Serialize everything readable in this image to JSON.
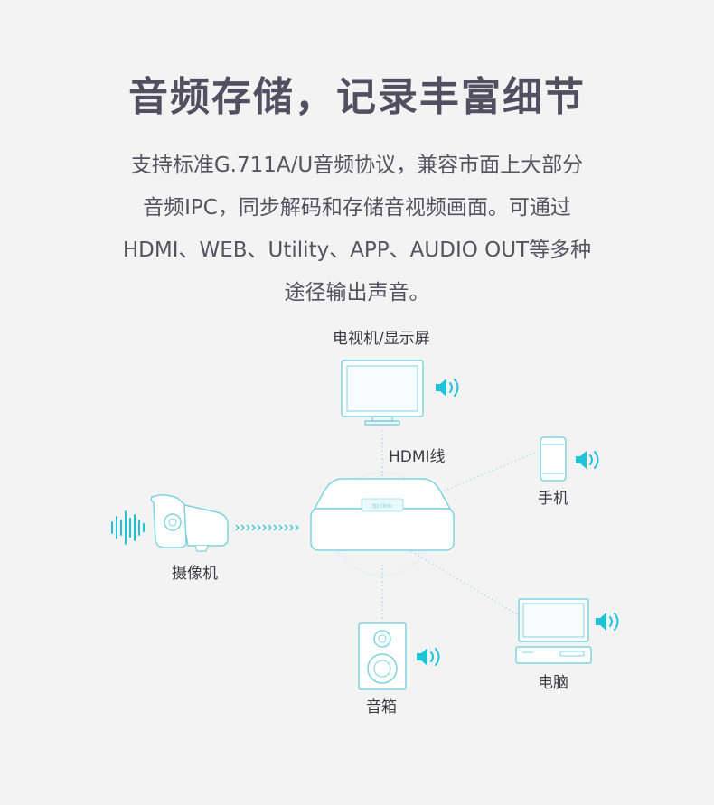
{
  "heading": "音频存储，记录丰富细节",
  "description": [
    "支持标准G.711A/U音频协议，兼容市面上大部分",
    "音频IPC，同步解码和存储音视频画面。可通过",
    "HDMI、WEB、Utility、APP、AUDIO OUT等多种",
    "途径输出声音。"
  ],
  "diagram": {
    "tv_label": "电视机/显示屏",
    "hdmi_label": "HDMI线",
    "phone_label": "手机",
    "camera_label": "摄像机",
    "speaker_label": "音箱",
    "pc_label": "电脑",
    "device_brand": "tp-link",
    "colors": {
      "accent": "#1fc3d6",
      "outline": "#7fd3e0",
      "line": "#9adbe6"
    }
  }
}
